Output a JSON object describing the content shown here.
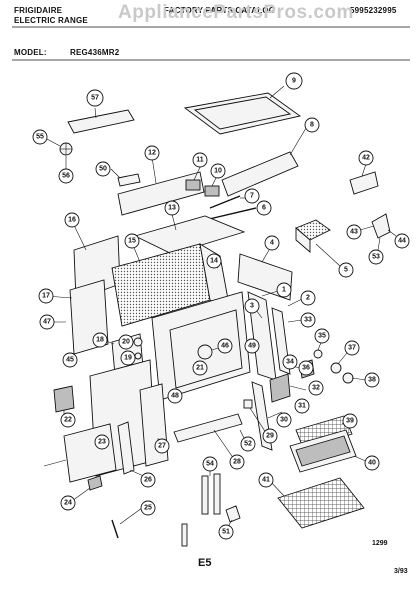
{
  "header": {
    "brand": "FRIGIDAIRE",
    "category": "ELECTRIC RANGE",
    "catalog": "FACTORY PARTS CATALOG",
    "part_number": "5995232995",
    "watermark": "AppliancePartsPros.com",
    "model_label": "MODEL:",
    "model_value": "REG436MR2"
  },
  "footer": {
    "figure_code": "1299",
    "page_code": "E5",
    "date_code": "3/93"
  },
  "callouts": [
    "57",
    "9",
    "55",
    "56",
    "50",
    "12",
    "11",
    "10",
    "8",
    "42",
    "7",
    "6",
    "43",
    "44",
    "53",
    "16",
    "15",
    "14",
    "4",
    "5",
    "13",
    "17",
    "47",
    "1",
    "2",
    "3",
    "33",
    "18",
    "20",
    "46",
    "48",
    "49",
    "35",
    "34",
    "37",
    "19",
    "21",
    "36",
    "45",
    "32",
    "31",
    "38",
    "22",
    "30",
    "29",
    "27",
    "52",
    "39",
    "28",
    "40",
    "23",
    "26",
    "24",
    "54",
    "41",
    "25",
    "51"
  ]
}
